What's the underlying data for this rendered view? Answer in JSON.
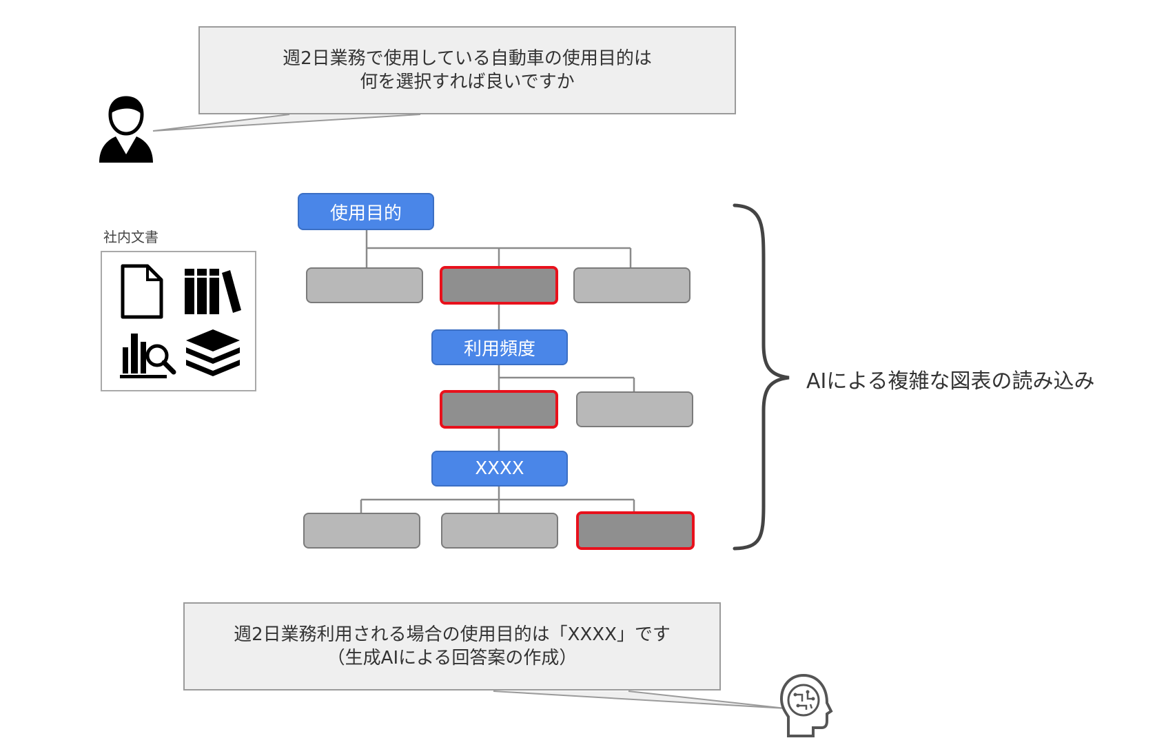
{
  "question": {
    "line1": "週2日業務で使用している自動車の使用目的は",
    "line2": "何を選択すれば良いですか"
  },
  "documents": {
    "label": "社内文書",
    "icons": [
      "document-icon",
      "books-icon",
      "chart-search-icon",
      "database-icon"
    ]
  },
  "tree": {
    "root_label": "使用目的",
    "mid_label": "利用頻度",
    "leaf_label": "XXXX"
  },
  "brace_label": "AIによる複雑な図表の読み込み",
  "answer": {
    "line1": "週2日業務利用される場合の使用目的は「XXXX」です",
    "line2": "（生成AIによる回答案の作成）"
  },
  "colors": {
    "blue_node": "#4a86e8",
    "selected_border": "#e8111c",
    "gray_node": "#b8b8b8",
    "gray_selected": "#8f8f8f"
  }
}
